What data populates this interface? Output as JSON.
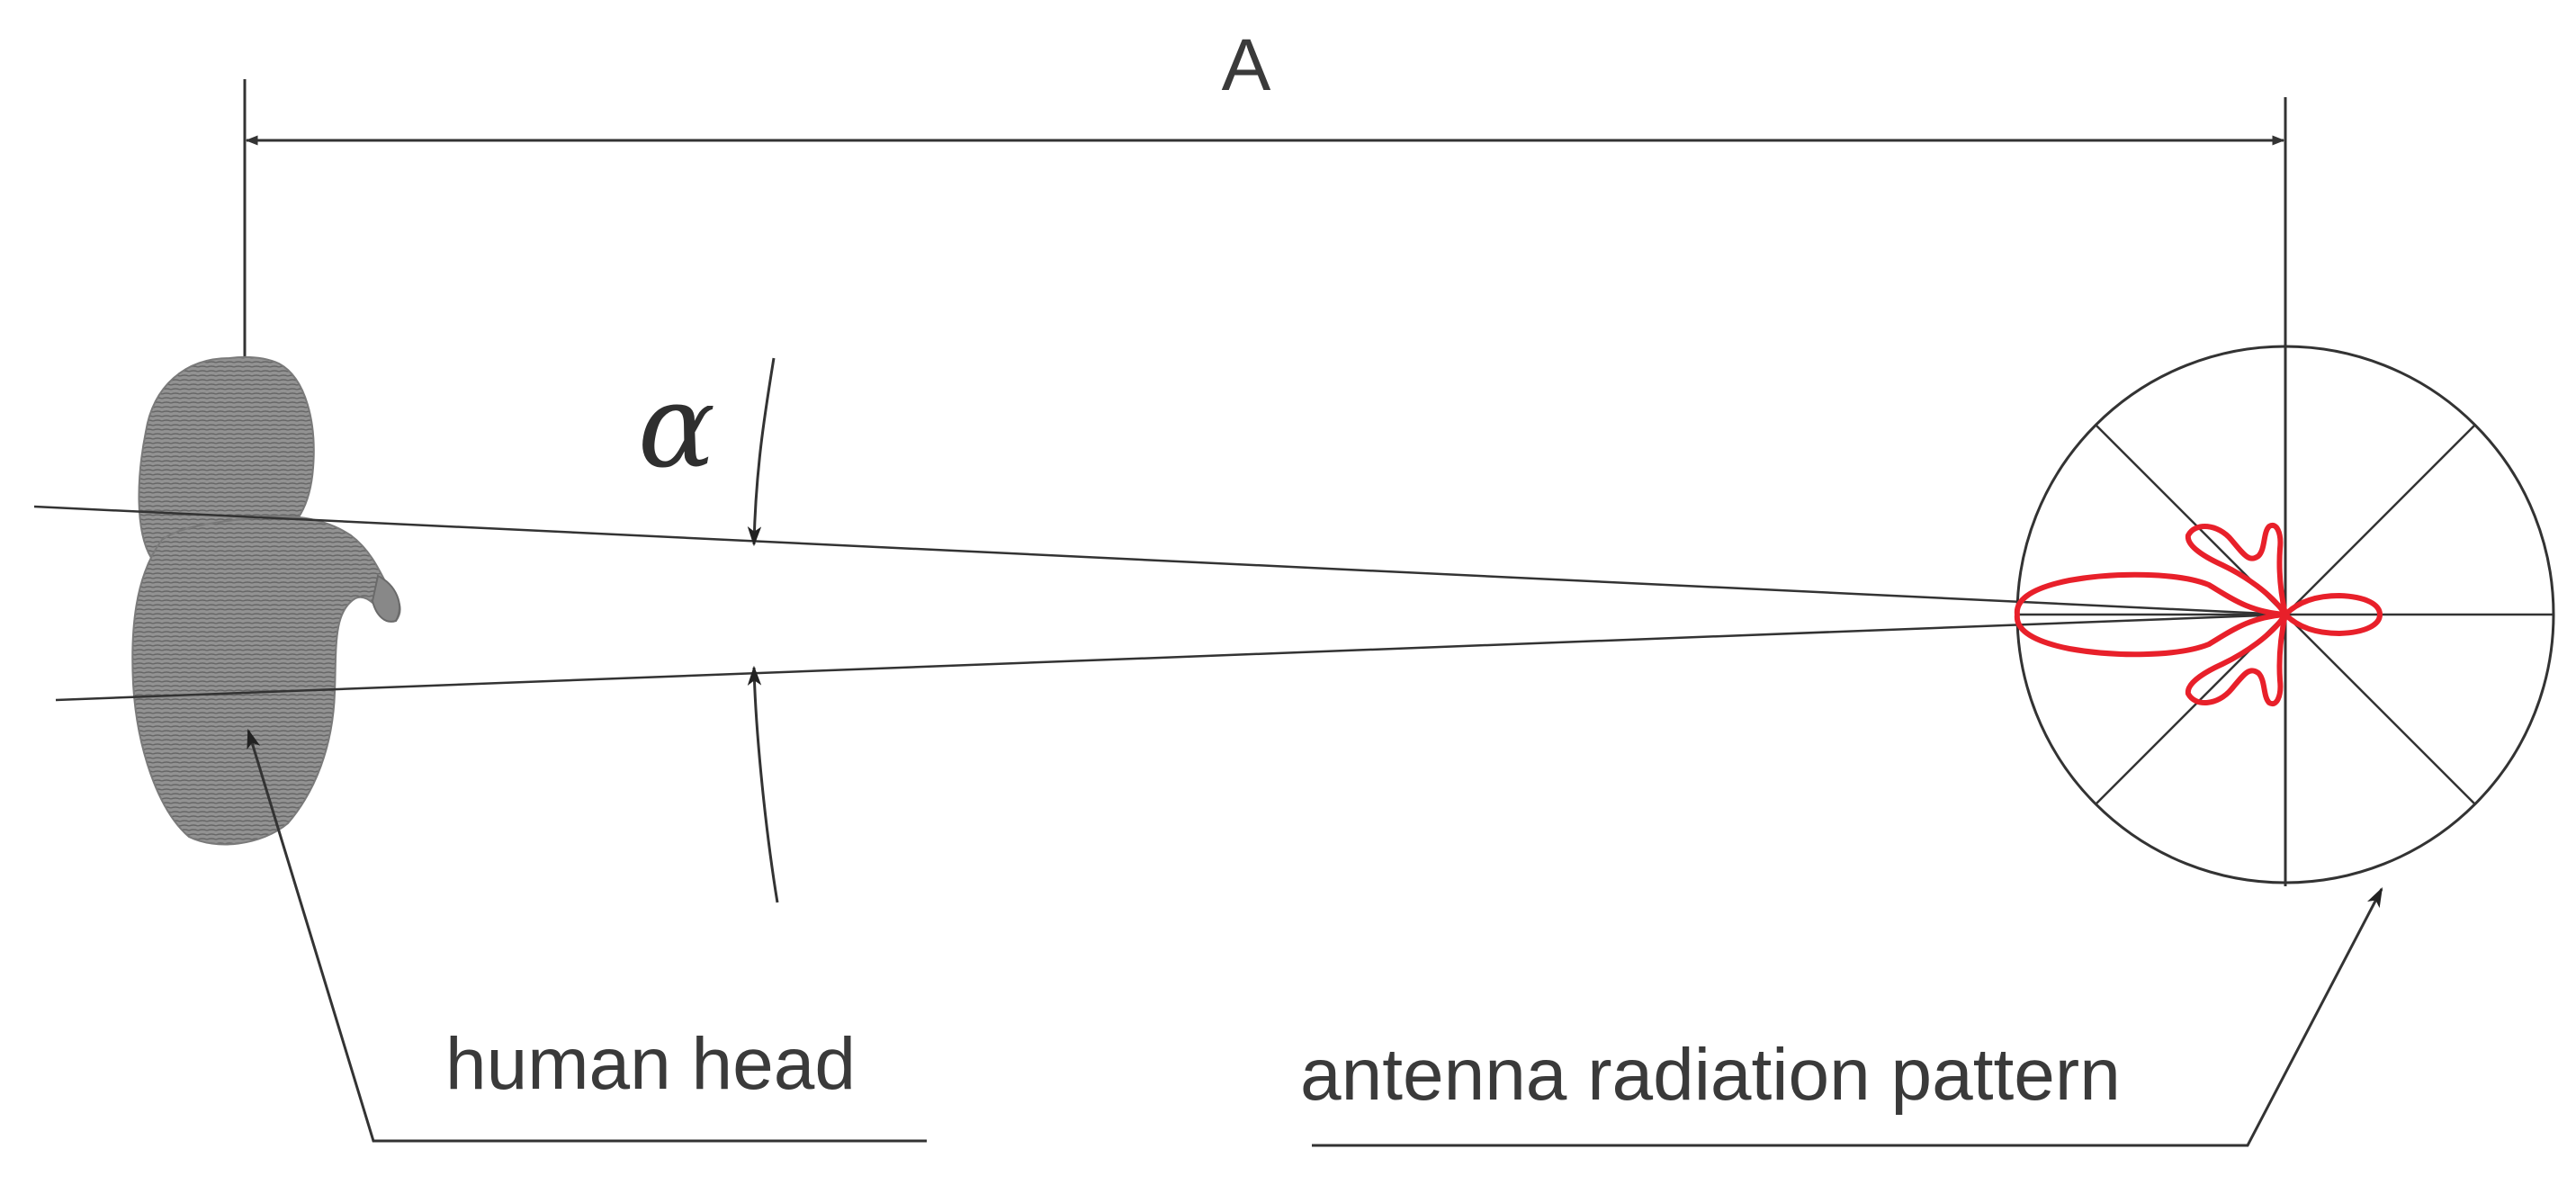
{
  "diagram": {
    "dimension_label": "A",
    "angle_label": "α",
    "head_label": "human head",
    "antenna_label": "antenna radiation pattern"
  },
  "colors": {
    "line": "#333333",
    "pattern": "#e8202a",
    "head_fill": "#8c8c8c",
    "head_lines": "#5e5e5e",
    "background": "#ffffff"
  },
  "icons": {
    "head": "human-head-shape",
    "polar_plot": "polar-grid-circle",
    "arrow": "arrowhead"
  }
}
